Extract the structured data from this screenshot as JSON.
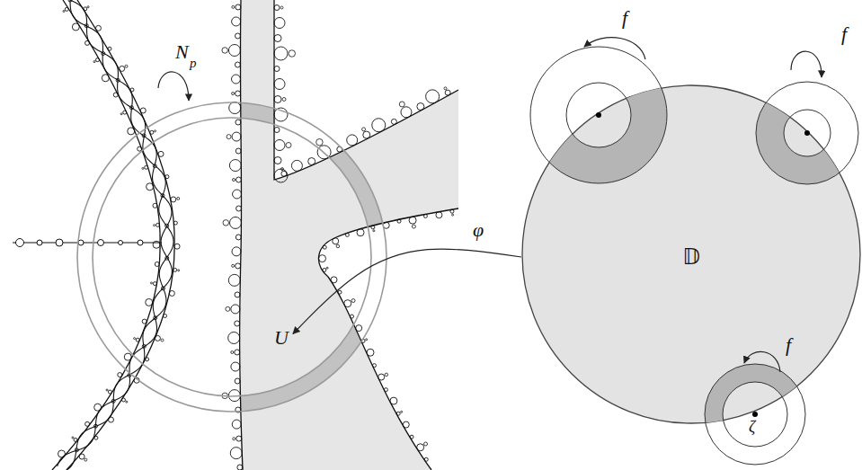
{
  "diagram": {
    "nodes": [
      {
        "text": [
          "U"
        ]
      },
      {
        "text": [
          "𝔻"
        ]
      }
    ],
    "edges": [
      {
        "from": 1,
        "to": 0,
        "arrow": "to",
        "label": "φ"
      }
    ],
    "labels": [
      "N",
      "p",
      "f",
      "f",
      "f",
      "ζ"
    ]
  }
}
